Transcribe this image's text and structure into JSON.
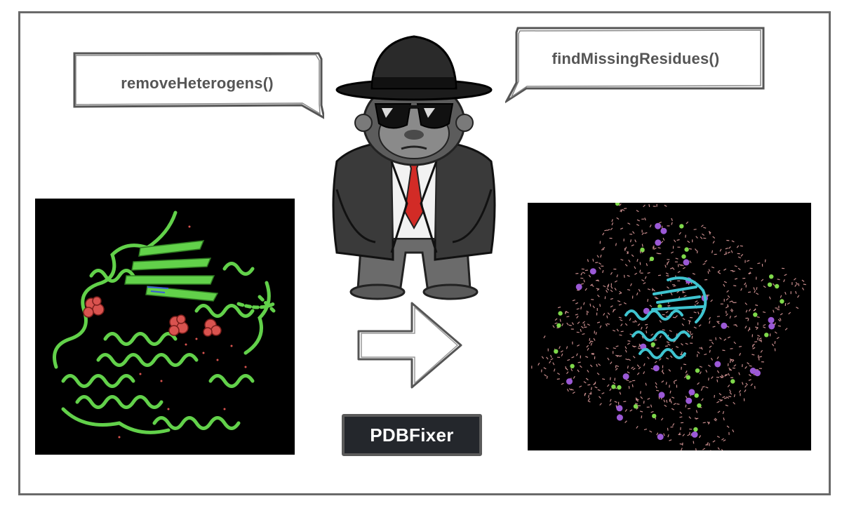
{
  "speech_bubbles": {
    "left": {
      "text": "removeHeterogens()"
    },
    "right": {
      "text": "findMissingResidues()"
    }
  },
  "tool": {
    "label": "PDBFixer"
  },
  "panels": {
    "before": {
      "description_icon": "protein-cartoon-icon",
      "colors": {
        "ribbon": "#62d14a",
        "ligand": "#d9534f",
        "background": "#000000"
      }
    },
    "after": {
      "description_icon": "solvated-protein-icon",
      "colors": {
        "water": "#e8a3a3",
        "protein": "#3fc4d0",
        "ion_a": "#9b59d6",
        "ion_b": "#7fd94b",
        "background": "#000000"
      }
    }
  },
  "figure": {
    "icon": "agent-gorilla-icon",
    "arrow_icon": "right-arrow-icon"
  }
}
